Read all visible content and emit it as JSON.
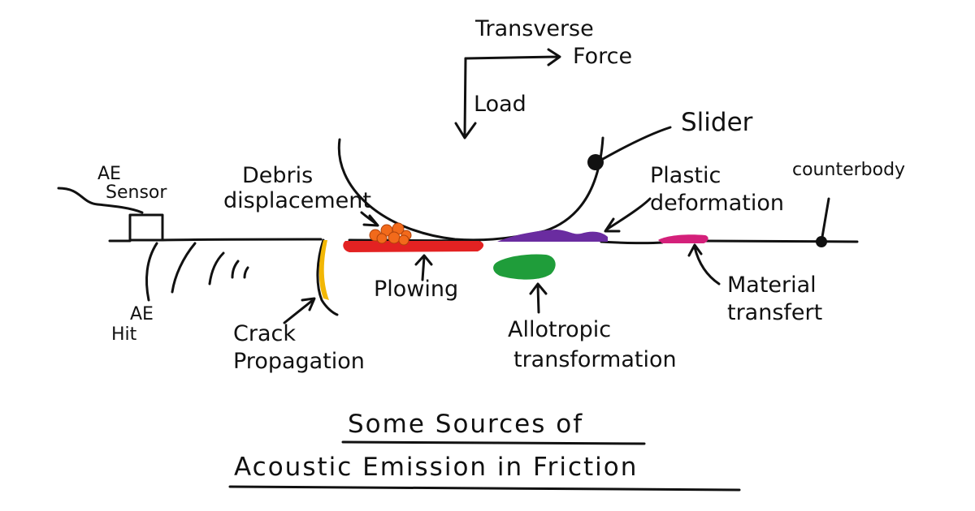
{
  "labels": {
    "transverse_force": [
      "Transverse",
      "Force"
    ],
    "load": "Load",
    "slider": "Slider",
    "counterbody": "counterbody",
    "plastic_deformation": [
      "Plastic",
      "deformation"
    ],
    "debris_displacement": [
      "Debris",
      "displacement"
    ],
    "ae_sensor": [
      "AE",
      "Sensor"
    ],
    "ae_hit": [
      "AE",
      "Hit"
    ],
    "plowing": "Plowing",
    "crack_propagation": [
      "Crack",
      "Propagation"
    ],
    "allotropic_transformation": [
      "Allotropic",
      "transformation"
    ],
    "material_transfer": [
      "Material",
      "transfert"
    ]
  },
  "title": [
    "Some Sources of",
    "Acoustic Emission in Friction"
  ],
  "colors": {
    "ink": "#111111",
    "crack": "#f2b705",
    "debris": "#f26a1b",
    "plowing": "#e32222",
    "plastic": "#6a2ca0",
    "allotropic": "#1f9d3a",
    "transfer": "#d4207a"
  }
}
